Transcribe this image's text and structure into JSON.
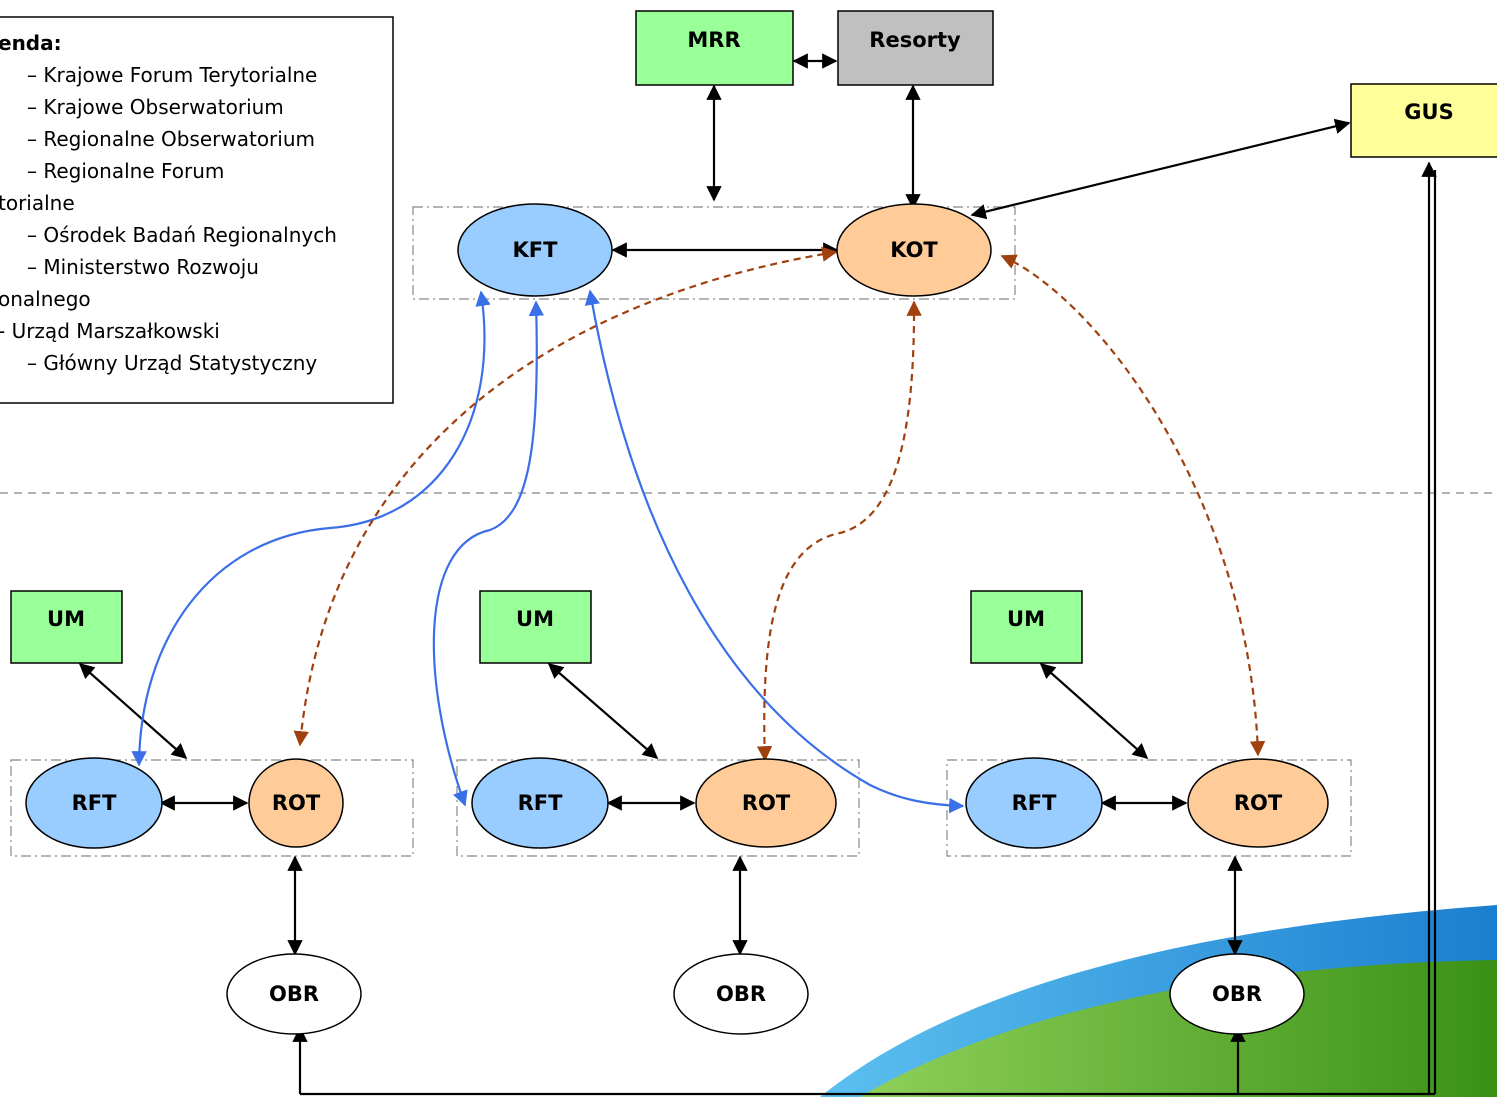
{
  "legend": {
    "title": "enda:",
    "lines": [
      "– Krajowe Forum Terytorialne",
      "– Krajowe Obserwatorium",
      "– Regionalne Obserwatorium",
      "– Regionalne Forum",
      "torialne",
      "– Ośrodek Badań Regionalnych",
      "– Ministerstwo Rozwoju",
      "onalnego",
      "- Urząd Marszałkowski",
      "– Główny Urząd Statystyczny"
    ]
  },
  "national": {
    "mrr": "MRR",
    "resorty": "Resorty",
    "gus": "GUS",
    "kft": "KFT",
    "kot": "KOT"
  },
  "regions": [
    {
      "um": "UM",
      "rft": "RFT",
      "rot": "ROT",
      "obr": "OBR"
    },
    {
      "um": "UM",
      "rft": "RFT",
      "rot": "ROT",
      "obr": "OBR"
    },
    {
      "um": "UM",
      "rft": "RFT",
      "rot": "ROT",
      "obr": "OBR"
    }
  ],
  "colors": {
    "green": "#99ff99",
    "gray": "#c0c0c0",
    "yellow": "#ffff99",
    "blue": "#99ccff",
    "orange": "#ffcc99",
    "blue_line": "#3b6fe8",
    "brown_line": "#a0400f",
    "teal_band": "#2aa0e0",
    "green_band": "#4c9f1c"
  }
}
